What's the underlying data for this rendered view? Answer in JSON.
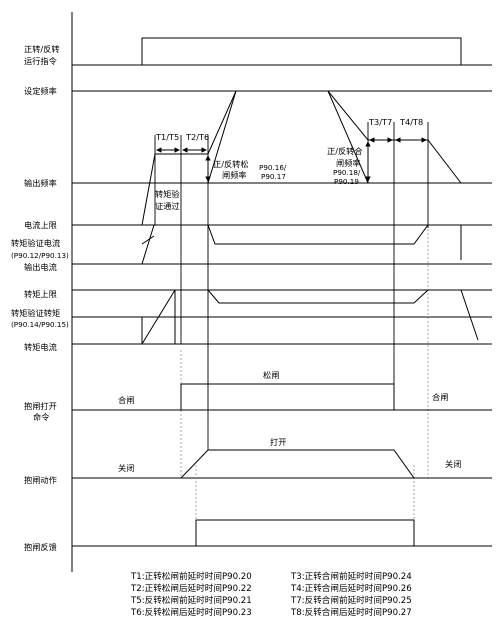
{
  "signals": {
    "fwd_rev_cmd": [
      "正转/反转",
      "运行指令"
    ],
    "set_freq": "设定频率",
    "out_freq": "输出频率",
    "current_limit": "电流上限",
    "torque_verify_current": [
      "转矩验证电流",
      "(P90.12/P90.13)"
    ],
    "out_current": "输出电流",
    "torque_limit": "转矩上限",
    "torque_verify_torque": [
      "转矩验证转矩",
      "(P90.14/P90.15)"
    ],
    "torque_current": "转矩电流",
    "brake_open_cmd": [
      "抱闸打开",
      "命令"
    ],
    "brake_action": "抱闸动作",
    "brake_feedback": "抱闸反馈"
  },
  "annotations": {
    "t1t5": "T1/T5",
    "t2t6": "T2/T6",
    "t3t7": "T3/T7",
    "t4t8": "T4/T8",
    "release_freq": [
      "正/反转松",
      "闸频率"
    ],
    "release_freq_param": [
      "P90.16/",
      "P90.17"
    ],
    "close_freq": [
      "正/反转合",
      "闸频率"
    ],
    "close_freq_param": [
      "P90.18/",
      "P90.19"
    ],
    "torque_verified": [
      "转矩验",
      "证通过"
    ],
    "brake_released": "松闸",
    "brake_closed_left": "合闸",
    "brake_closed_right": "合闸",
    "open_state": "打开",
    "closed_left": "关闭",
    "closed_right": "关闭"
  },
  "legend": {
    "left": [
      "T1:正转松闸前延时时间P90.20",
      "T2:正转松闸后延时时间P90.22",
      "T5:反转松闸前延时时间P90.21",
      "T6:反转松闸后延时时间P90.23"
    ],
    "right": [
      "T3:正转合闸前延时时间P90.24",
      "T4:正转合闸后延时时间P90.26",
      "T7:反转合闸前延时时间P90.25",
      "T8:反转合闸后延时时间P90.27"
    ]
  },
  "colors": {
    "line": "#000000",
    "background": "#ffffff",
    "dashed": "#888888"
  }
}
